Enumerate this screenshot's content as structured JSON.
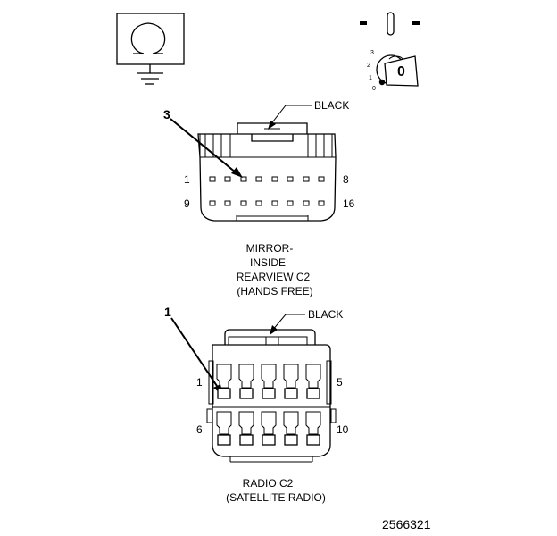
{
  "ohmmeter": {
    "icon": "ohm-symbol-icon"
  },
  "ignition": {
    "icon": "ignition-switch-icon",
    "positions": [
      "3",
      "2",
      "1",
      "0"
    ],
    "key_label": "0"
  },
  "connector_mirror": {
    "color_label": "BLACK",
    "callout_pin": "3",
    "row_top_start": "1",
    "row_top_end": "8",
    "row_bottom_start": "9",
    "row_bottom_end": "16",
    "title_lines": [
      "MIRROR-",
      "INSIDE",
      "REARVIEW C2",
      "(HANDS FREE)"
    ]
  },
  "connector_radio": {
    "color_label": "BLACK",
    "callout_pin": "1",
    "row_top_start": "1",
    "row_top_end": "5",
    "row_bottom_start": "6",
    "row_bottom_end": "10",
    "title_lines": [
      "RADIO C2",
      "(SATELLITE RADIO)"
    ]
  },
  "figure_number": "2566321"
}
